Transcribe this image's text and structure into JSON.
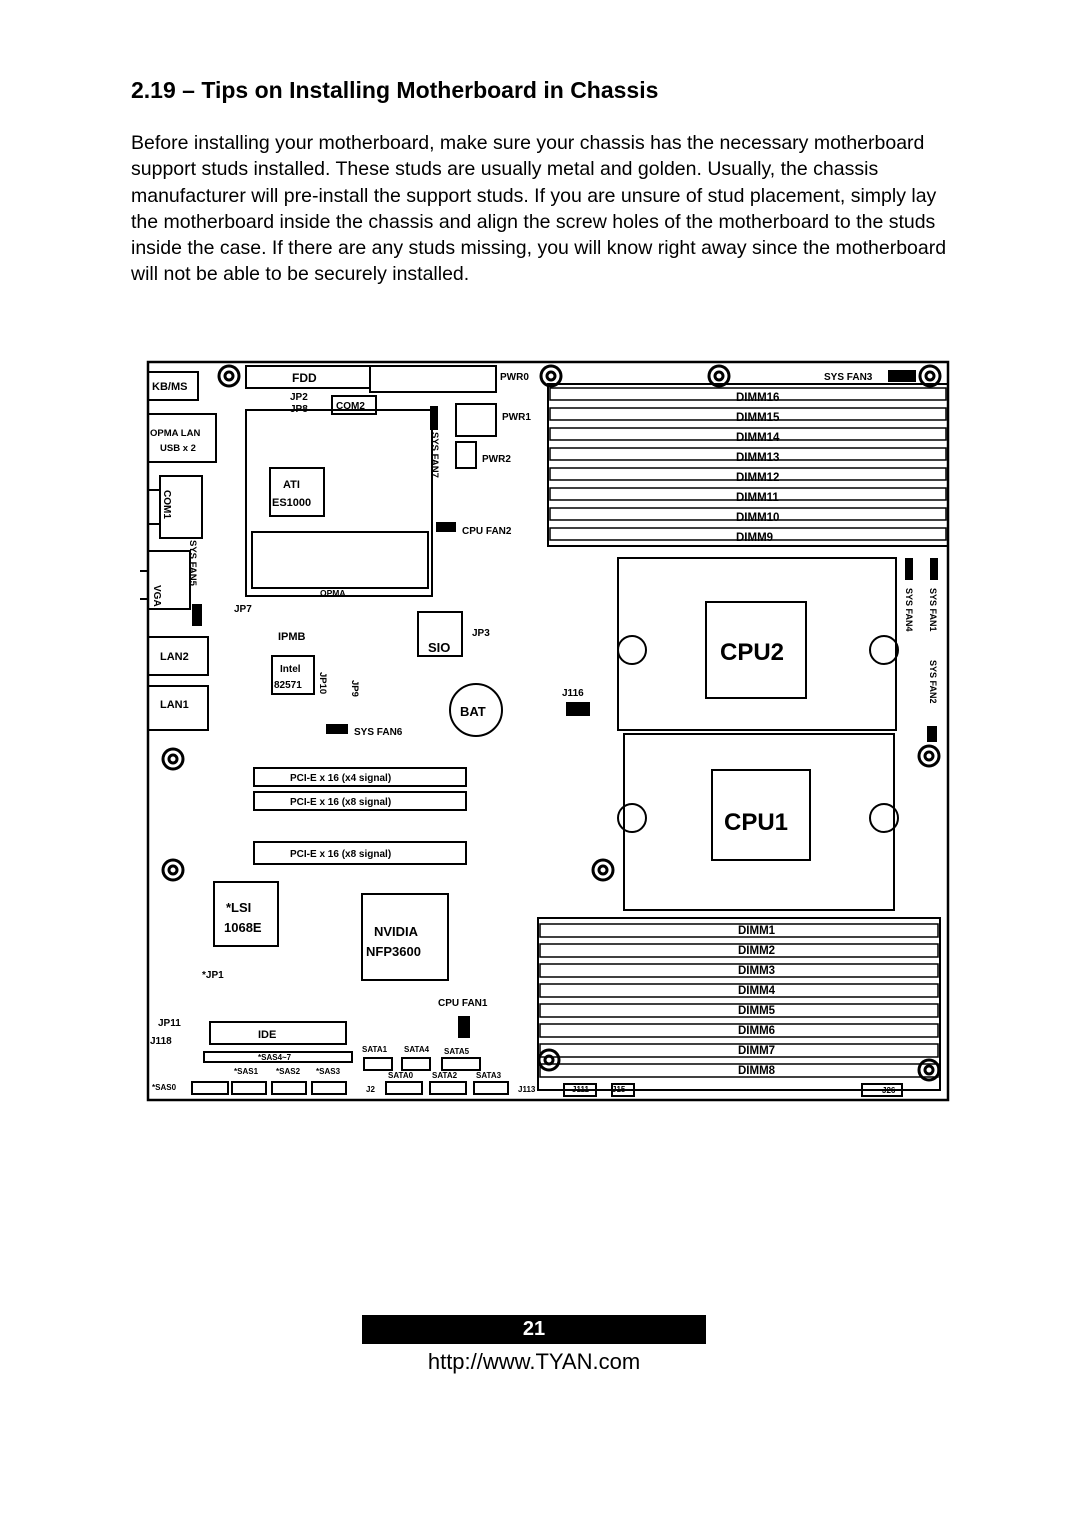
{
  "header": {
    "title": "2.19 – Tips on Installing Motherboard in Chassis",
    "intro": "Before installing your motherboard, make sure your chassis has the necessary motherboard support studs installed. These studs are usually metal and golden. Usually, the chassis manufacturer will pre-install the support studs. If you are unsure of stud placement, simply lay the motherboard inside the chassis and align the screw holes of the motherboard to the studs inside the case. If there are any studs missing, you will know right away since the motherboard will not be able to be securely installed."
  },
  "board": {
    "dimms_top": [
      "DIMM16",
      "DIMM15",
      "DIMM14",
      "DIMM13",
      "DIMM12",
      "DIMM11",
      "DIMM10",
      "DIMM9"
    ],
    "dimms_bottom": [
      "DIMM1",
      "DIMM2",
      "DIMM3",
      "DIMM4",
      "DIMM5",
      "DIMM6",
      "DIMM7",
      "DIMM8"
    ],
    "io": {
      "kbms": "KB/MS",
      "opma_lan": "OPMA LAN",
      "usb": "USB x 2",
      "com1": "COM1",
      "vga": "VGA",
      "lan2": "LAN2",
      "lan1": "LAN1"
    },
    "labels": {
      "fdd": "FDD",
      "pwr0": "PWR0",
      "pwr1": "PWR1",
      "pwr2": "PWR2",
      "com2": "COM2",
      "jp2": "JP2",
      "jp8": "JP8",
      "sys_fan3": "SYS FAN3",
      "sys_fan7": "SYS FAN7",
      "sys_fan5": "SYS FAN5",
      "sys_fan6": "SYS FAN6",
      "sys_fan4": "SYS FAN4",
      "sys_fan1": "SYS FAN1",
      "sys_fan2": "SYS FAN2",
      "cpu_fan2": "CPU FAN2",
      "cpu_fan1": "CPU FAN1",
      "ati": "ATI",
      "es1000": "ES1000",
      "opma": "OPMA",
      "jp7": "JP7",
      "ipmb": "IPMB",
      "sio": "SIO",
      "jp3": "JP3",
      "intel": "Intel",
      "i82571": "82571",
      "jp10": "JP10",
      "jp9": "JP9",
      "bat": "BAT",
      "j116": "J116",
      "cpu2": "CPU2",
      "cpu1": "CPU1",
      "pcie1": "PCI-E x 16 (x4 signal)",
      "pcie2": "PCI-E x 16 (x8 signal)",
      "pcie3": "PCI-E x 16 (x8 signal)",
      "lsi": "*LSI",
      "lsi_model": "1068E",
      "nvidia": "NVIDIA",
      "nfp": "NFP3600",
      "jp1": "*JP1",
      "jp11": "JP11",
      "j118": "J118",
      "ide": "IDE",
      "sas47": "*SAS4~7",
      "sas0": "*SAS0",
      "sas1": "*SAS1",
      "sas2": "*SAS2",
      "sas3": "*SAS3",
      "sata1": "SATA1",
      "sata4": "SATA4",
      "sata5": "SATA5",
      "sata0": "SATA0",
      "sata2": "SATA2",
      "sata3": "SATA3",
      "j2": "J2",
      "j113": "J113",
      "j111": "J111",
      "j15": "J15",
      "j26": "J26"
    }
  },
  "footer": {
    "page_number": "21",
    "url": "http://www.TYAN.com"
  }
}
